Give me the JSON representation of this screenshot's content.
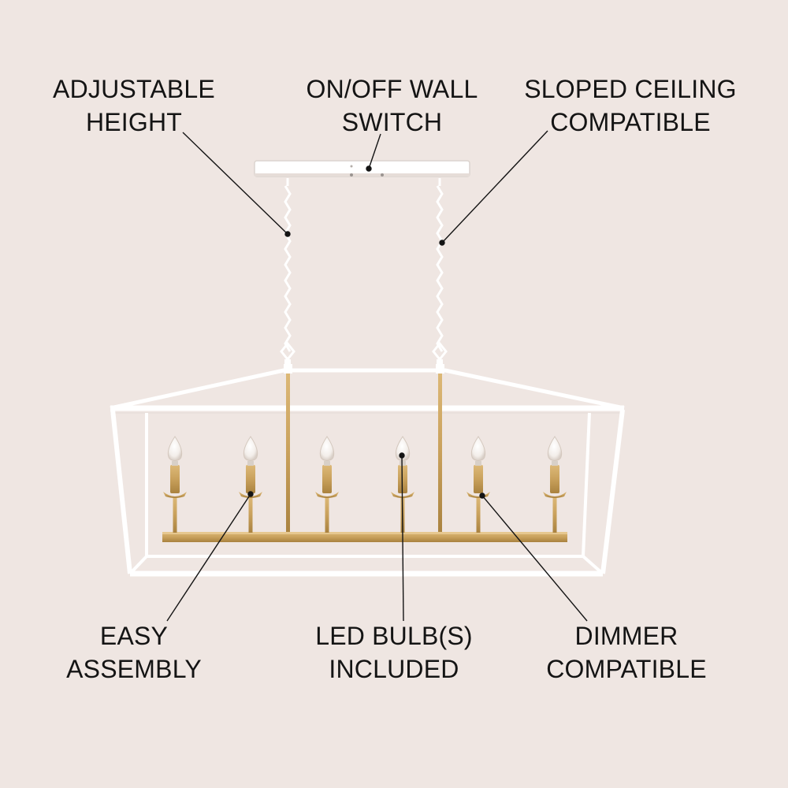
{
  "colors": {
    "background": "#efe6e2",
    "frame": "#ffffff",
    "brass": "#c9a15c",
    "text": "#141414"
  },
  "labels": {
    "adjustable_height": {
      "line1": "ADJUSTABLE",
      "line2": "HEIGHT"
    },
    "wall_switch": {
      "line1": "ON/OFF WALL",
      "line2": "SWITCH"
    },
    "sloped_ceiling": {
      "line1": "SLOPED CEILING",
      "line2": "COMPATIBLE"
    },
    "easy_assembly": {
      "line1": "EASY",
      "line2": "ASSEMBLY"
    },
    "led_bulbs": {
      "line1": "LED BULB(S)",
      "line2": "INCLUDED"
    },
    "dimmer": {
      "line1": "DIMMER",
      "line2": "COMPATIBLE"
    }
  },
  "icons": {
    "fixture": "linear-lantern-chandelier-icon",
    "bulb": "candle-bulb-icon"
  }
}
